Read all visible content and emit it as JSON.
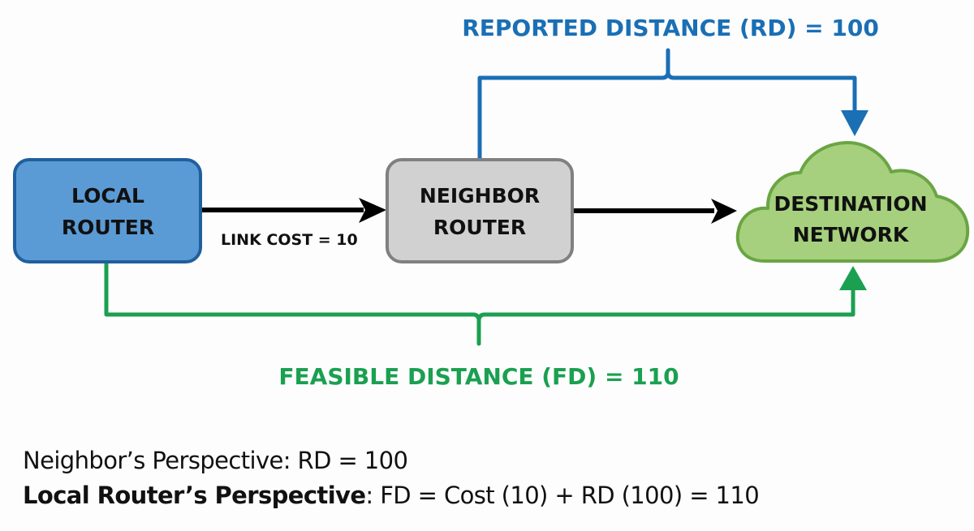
{
  "colors": {
    "background": "#fdfdfd",
    "local_router_fill": "#5b9bd5",
    "local_router_stroke": "#1f5f9e",
    "neighbor_router_fill": "#d1d1d1",
    "neighbor_router_stroke": "#808080",
    "destination_fill": "#a6d07d",
    "destination_stroke": "#6aa544",
    "reported_distance": "#1a6fb5",
    "feasible_distance": "#1aa050",
    "link": "#000000"
  },
  "nodes": {
    "local_router": {
      "line1": "LOCAL",
      "line2": "ROUTER"
    },
    "neighbor_router": {
      "line1": "NEIGHBOR",
      "line2": "ROUTER"
    },
    "destination_network": {
      "line1": "DESTINATION",
      "line2": "NETWORK"
    }
  },
  "links": {
    "local_to_neighbor_label": "LINK COST = 10"
  },
  "brackets": {
    "reported_distance": "REPORTED DISTANCE (RD) = 100",
    "feasible_distance": "FEASIBLE DISTANCE (FD) = 110"
  },
  "captions": {
    "neighbor_perspective": "Neighbor’s Perspective: RD = 100",
    "local_perspective_label": "Local Router’s Perspective",
    "local_perspective_formula": ": FD = Cost (10) + RD (100) = 110"
  }
}
